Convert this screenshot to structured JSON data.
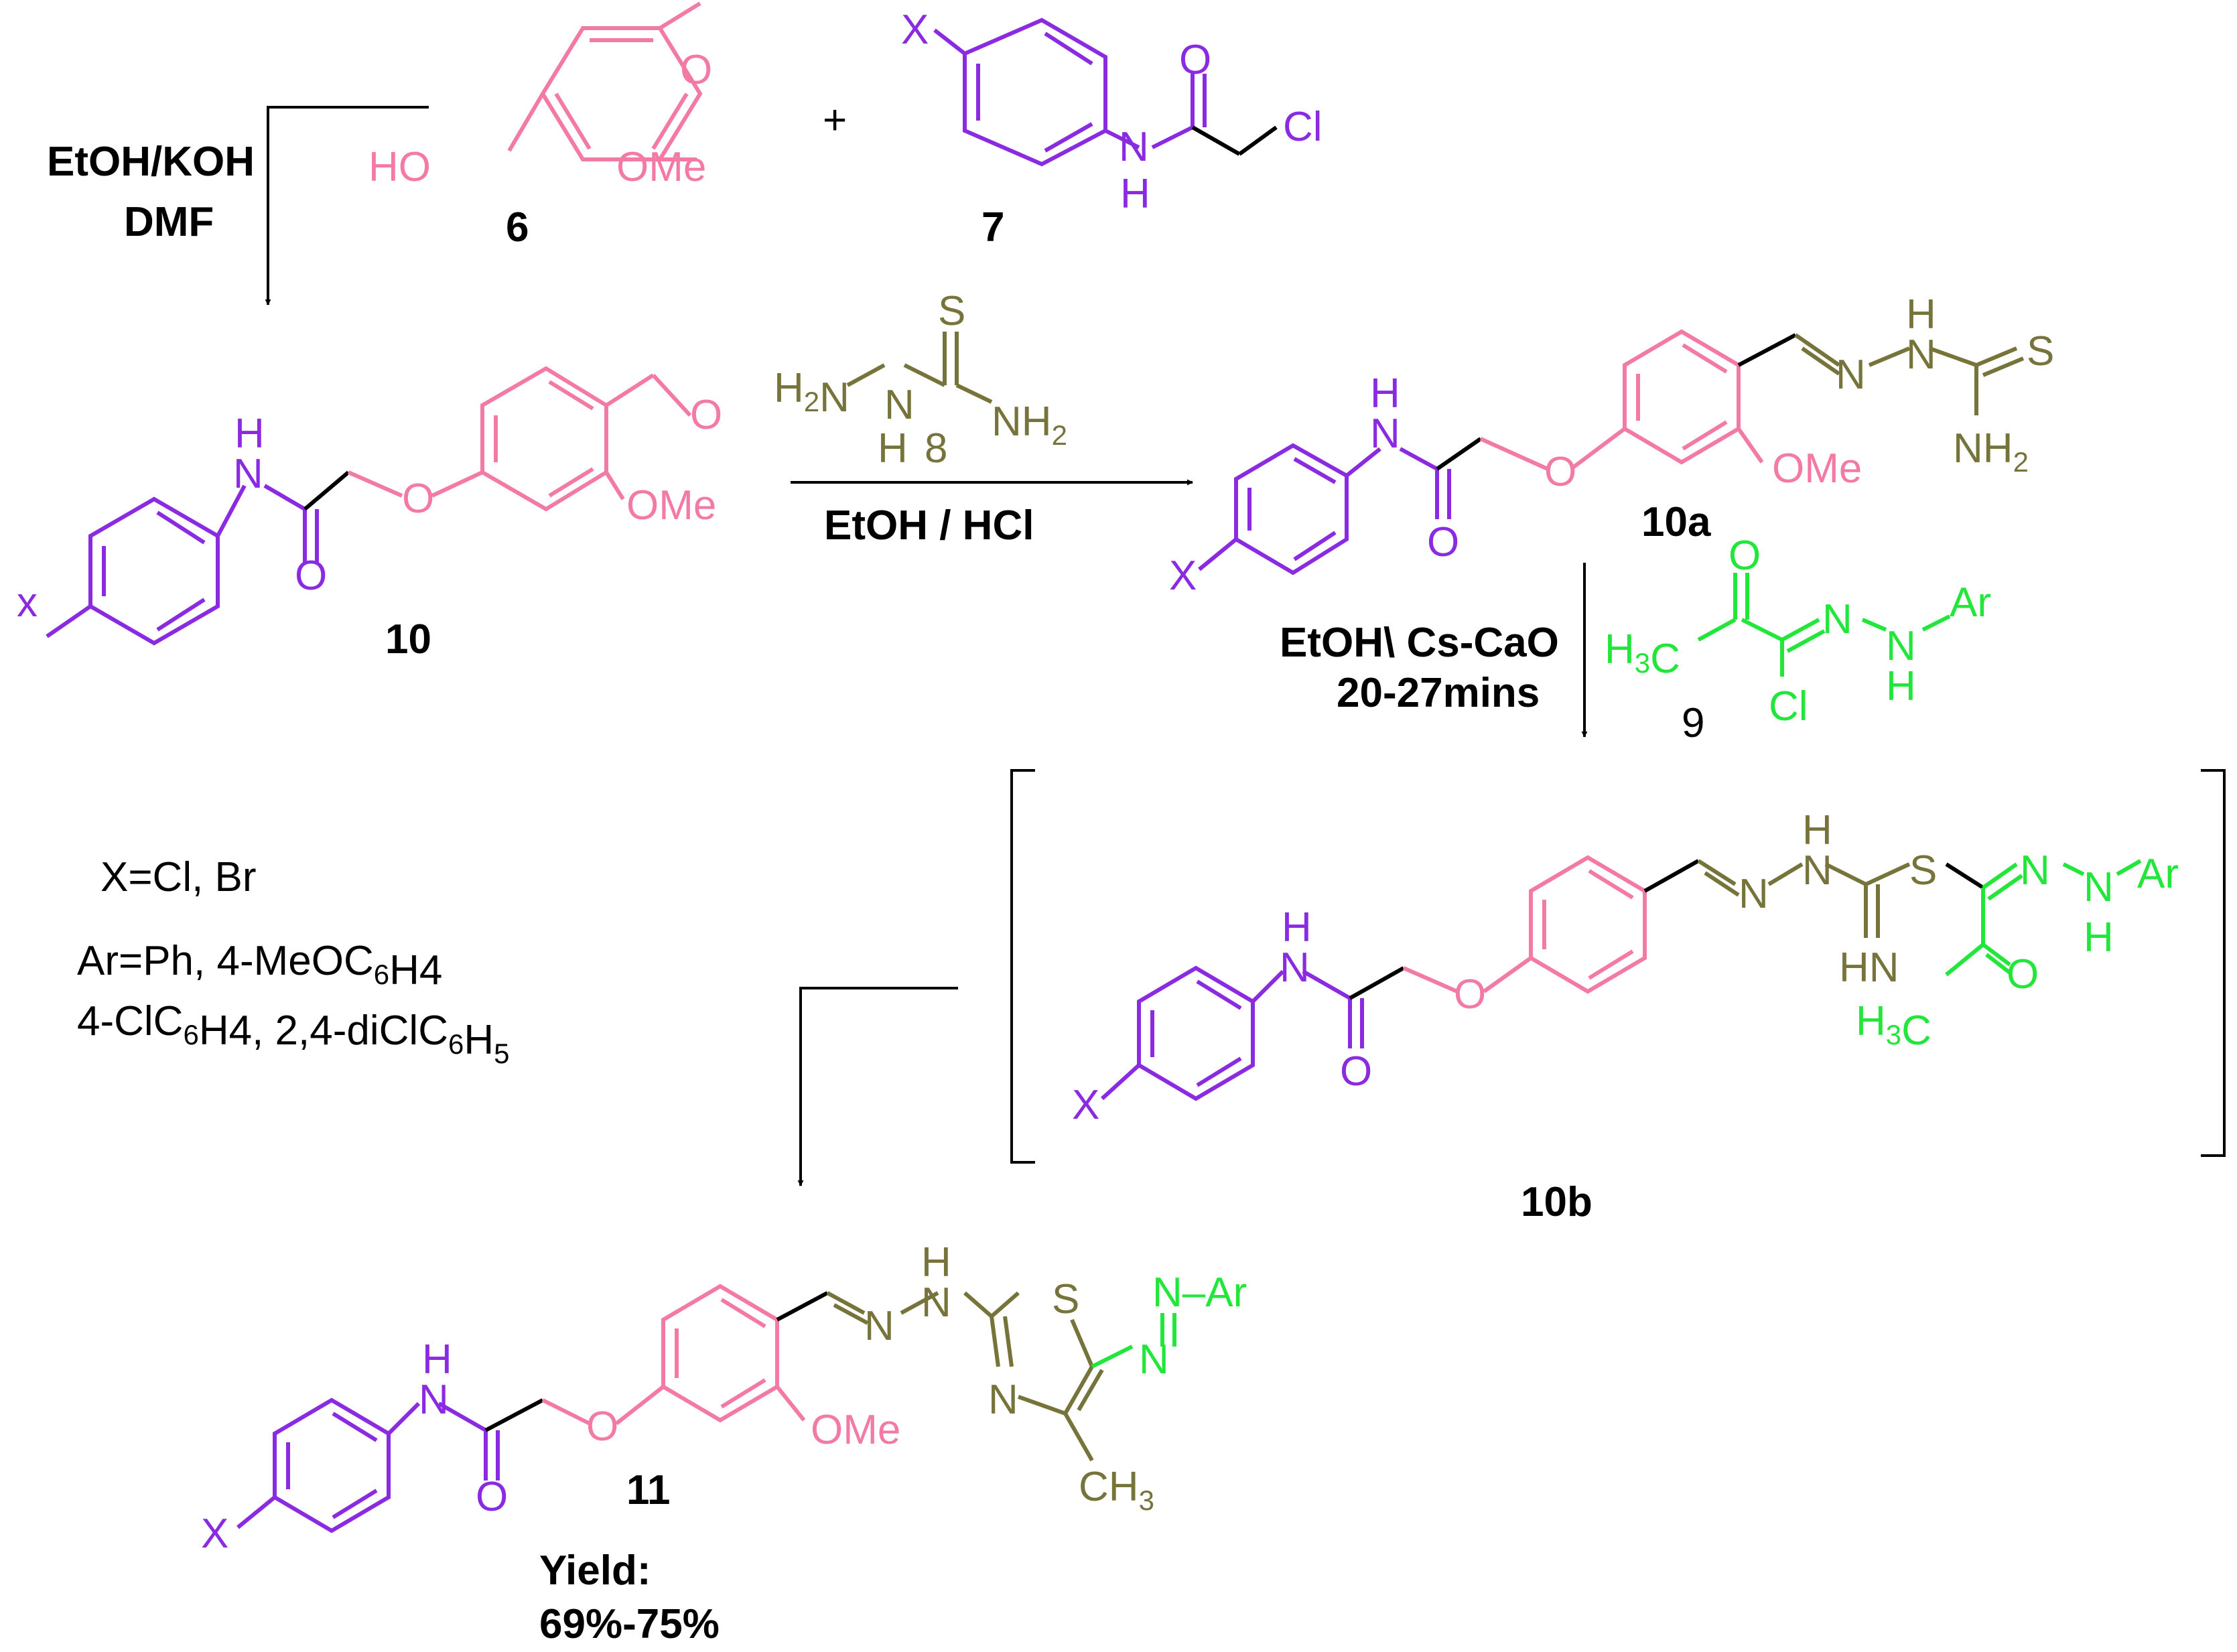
{
  "colors": {
    "aryl_amide": "#8a2be2",
    "vanillin": "#f47aa6",
    "thio": "#76743a",
    "hydrazone": "#22e63a",
    "black": "#000000"
  },
  "compounds": {
    "c6": {
      "number": "6"
    },
    "c7": {
      "number": "7"
    },
    "c8": {
      "number": "8"
    },
    "c9": {
      "number": "9"
    },
    "c10": {
      "number": "10"
    },
    "c10a": {
      "number": "10a"
    },
    "c10b": {
      "number": "10b"
    },
    "c11": {
      "number": "11"
    }
  },
  "atoms": {
    "X": "X",
    "x": "x",
    "H": "H",
    "N": "N",
    "O": "O",
    "S": "S",
    "Cl": "Cl",
    "HO": "HO",
    "OMe": "OMe",
    "Ar": "Ar",
    "NH": "NH",
    "HN": "HN",
    "H3C": "H3C",
    "NH2": "NH2",
    "CH3": "CH3",
    "H2N": "H2N",
    "Ar_bond": "N–Ar",
    "plus": "+"
  },
  "conditions": {
    "step1_line1": "EtOH/KOH",
    "step1_line2": "DMF",
    "step2": "EtOH / HCl",
    "step3_line1": "EtOH\\ Cs-CaO",
    "step3_line2": "20-27mins"
  },
  "substituents": {
    "x_line": "X=Cl, Br",
    "ar_line1": "Ar=Ph, 4-MeOC6H4",
    "ar_line2": "4-ClC6H4, 2,4-diClC6H5"
  },
  "yield": {
    "label": "Yield:",
    "value": "69%-75%"
  }
}
